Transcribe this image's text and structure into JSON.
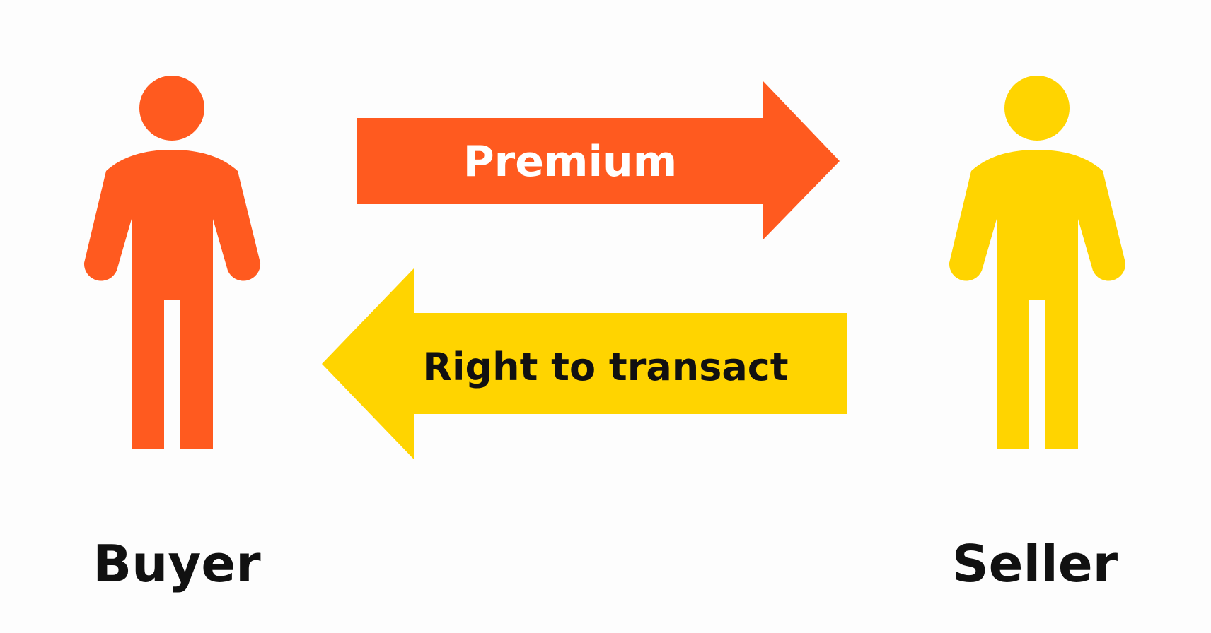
{
  "colors": {
    "buyer": "#FF5A1F",
    "seller": "#FFD400",
    "text_dark": "#111111",
    "text_light": "#FFFFFF",
    "background": "#FDFDFD"
  },
  "icons": {
    "buyer": "person-icon",
    "seller": "person-icon",
    "top_arrow": "arrow-right-icon",
    "bottom_arrow": "arrow-left-icon"
  },
  "buyer": {
    "label": "Buyer"
  },
  "seller": {
    "label": "Seller"
  },
  "arrows": {
    "premium": {
      "label": "Premium",
      "direction": "buyer-to-seller"
    },
    "right": {
      "label": "Right to transact",
      "direction": "seller-to-buyer"
    }
  }
}
